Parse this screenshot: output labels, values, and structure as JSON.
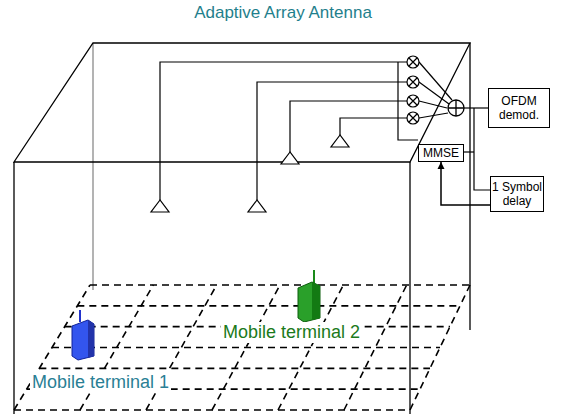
{
  "diagram": {
    "title": "Adaptive Array Antenna",
    "nodes": [
      {
        "text": [
          "OFDM demod."
        ]
      },
      {
        "text": [
          "MMSE"
        ]
      },
      {
        "text": [
          "1 Symbol delay"
        ]
      }
    ],
    "edges": [
      {
        "from": 2,
        "to": 1,
        "arrow": "to"
      }
    ],
    "labels": [
      "Mobile terminal 2",
      "Mobile terminal 1"
    ]
  }
}
